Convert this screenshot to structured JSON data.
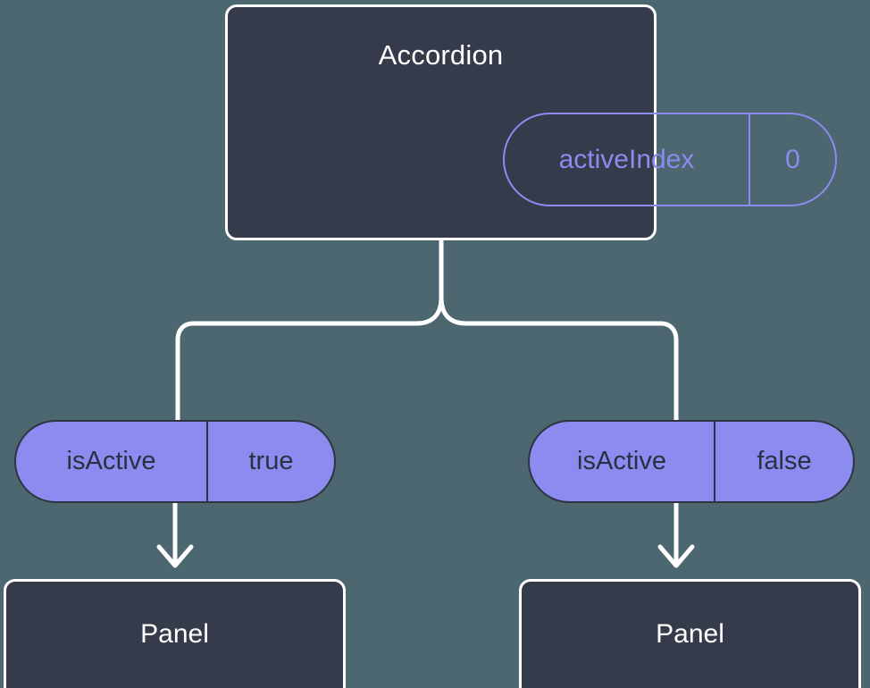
{
  "diagram": {
    "type": "component-tree",
    "background_color": "#4c6770",
    "node_fill_color": "#353b4a",
    "node_border_color": "#ffffff",
    "accent_color": "#8b8bf0",
    "pill_text_color": "#2b3040",
    "connector_color": "#ffffff"
  },
  "root": {
    "title": "Accordion",
    "state": {
      "key": "activeIndex",
      "value": "0"
    }
  },
  "children": [
    {
      "prop": {
        "key": "isActive",
        "value": "true"
      },
      "title": "Panel"
    },
    {
      "prop": {
        "key": "isActive",
        "value": "false"
      },
      "title": "Panel"
    }
  ]
}
